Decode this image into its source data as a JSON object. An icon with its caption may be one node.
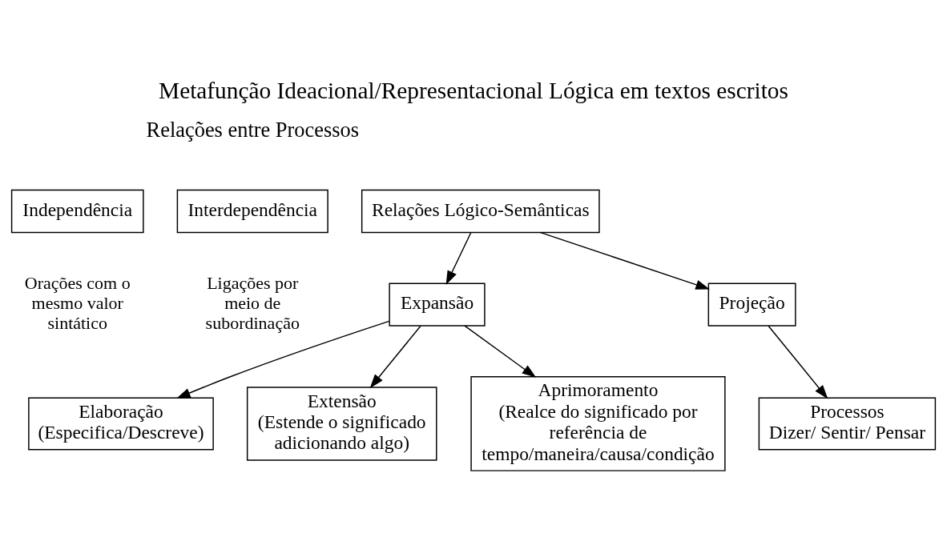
{
  "diagram": {
    "title": "Metafunção Ideacional/Representacional Lógica em textos escritos",
    "nodes": [
      {
        "text": [
          "Independência"
        ],
        "beside": [
          "Orações com o mesmo valor sintático"
        ]
      },
      {
        "text": [
          "Interdependência"
        ],
        "beside": [
          "Ligações por meio de subordinação"
        ]
      },
      {
        "text": [
          "Relações Lógico-Semânticas"
        ]
      },
      {
        "text": [
          "Expansão"
        ]
      },
      {
        "text": [
          "Projeção"
        ]
      },
      {
        "text": [
          "Elaboração",
          "(Especifica/Descreve)"
        ]
      },
      {
        "text": [
          "Extensão",
          "(Estende o significado adicionando algo)"
        ]
      },
      {
        "text": [
          "Aprimoramento",
          "(Realce do significado por referência de tempo/maneira/causa/condição"
        ]
      },
      {
        "text": [
          "Processos",
          "Dizer/ Sentir/ Pensar"
        ]
      }
    ],
    "edges": [
      {
        "from": 2,
        "to": 3,
        "arrow": "to"
      },
      {
        "from": 2,
        "to": 4,
        "arrow": "to"
      },
      {
        "from": 3,
        "to": 5,
        "arrow": "to"
      },
      {
        "from": 3,
        "to": 6,
        "arrow": "to"
      },
      {
        "from": 3,
        "to": 7,
        "arrow": "to"
      },
      {
        "from": 4,
        "to": 8,
        "arrow": "to"
      }
    ],
    "labels": [
      "Relações entre Processos"
    ]
  }
}
